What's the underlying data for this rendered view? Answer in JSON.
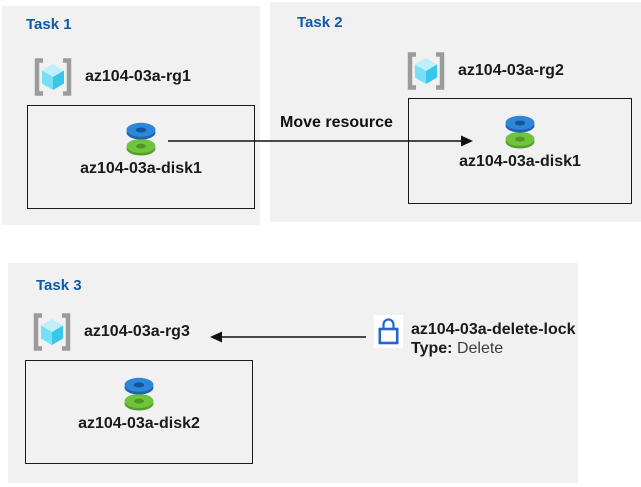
{
  "colors": {
    "panel_bg": "#f1f1f1",
    "title_blue": "#0e5aa7",
    "label_black": "#1a1a1a",
    "box_border": "#1a1a1a",
    "arrow_black": "#111111",
    "lock_blue": "#2565cf",
    "disk_blue_top": "#2e86d8",
    "disk_blue_side": "#1e64ae",
    "disk_green_top": "#6fc43c",
    "disk_green_side": "#549f2c",
    "cube_top": "#bfeffa",
    "cube_left": "#76e0f7",
    "cube_right": "#38c6ea",
    "bracket_gray": "#9b9b9b"
  },
  "icons": {
    "resource_group": "azure-resource-group-icon",
    "disk": "azure-managed-disk-icon",
    "lock": "lock-icon"
  },
  "tasks": {
    "task1": {
      "title": "Task 1",
      "resource_group": "az104-03a-rg1",
      "disk": "az104-03a-disk1"
    },
    "task2": {
      "title": "Task 2",
      "resource_group": "az104-03a-rg2",
      "disk": "az104-03a-disk1"
    },
    "task3": {
      "title": "Task 3",
      "resource_group": "az104-03a-rg3",
      "disk": "az104-03a-disk2"
    }
  },
  "move_arrow": {
    "label": "Move resource"
  },
  "lock": {
    "name": "az104-03a-delete-lock",
    "type_label": "Type:",
    "type_value": "Delete"
  }
}
